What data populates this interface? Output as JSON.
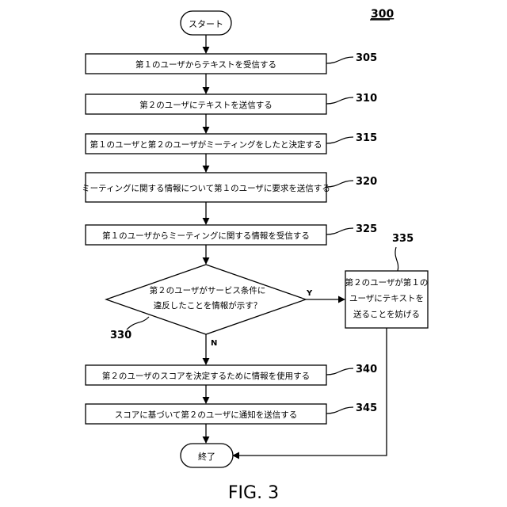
{
  "figure": {
    "number": "300",
    "caption": "FIG. 3"
  },
  "terminals": {
    "start": "スタート",
    "end": "終了"
  },
  "steps": [
    {
      "ref": "305",
      "text": "第１のユーザからテキストを受信する"
    },
    {
      "ref": "310",
      "text": "第２のユーザにテキストを送信する"
    },
    {
      "ref": "315",
      "text": "第１のユーザと第２のユーザがミーティングをしたと決定する"
    },
    {
      "ref": "320",
      "text": "ミーティングに関する情報について第１のユーザに要求を送信する"
    },
    {
      "ref": "325",
      "text": "第１のユーザからミーティングに関する情報を受信する"
    }
  ],
  "decision": {
    "ref": "330",
    "line1": "第２のユーザがサービス条件に",
    "line2": "違反したことを情報が示す？",
    "yes_label": "Y",
    "no_label": "N"
  },
  "side_box": {
    "ref": "335",
    "line1": "第２のユーザが第１の",
    "line2": "ユーザにテキストを",
    "line3": "送ることを妨げる"
  },
  "lower_steps": [
    {
      "ref": "340",
      "text": "第２のユーザのスコアを決定するために情報を使用する"
    },
    {
      "ref": "345",
      "text": "スコアに基づいて第２のユーザに通知を送信する"
    }
  ]
}
